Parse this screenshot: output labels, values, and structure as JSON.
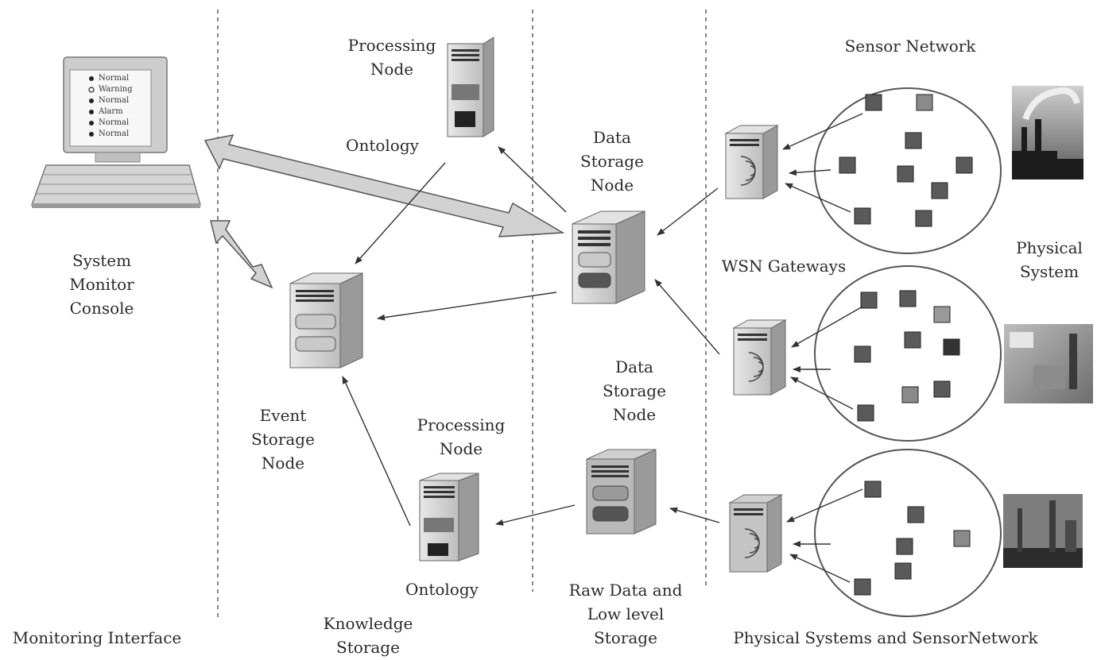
{
  "console_screen": {
    "items": [
      "Normal",
      "Warning",
      "Normal",
      "Alarm",
      "Normal",
      "Normal"
    ]
  },
  "labels": {
    "system_monitor_console": [
      "System",
      "Monitor",
      "Console"
    ],
    "processing_node_top": [
      "Processing",
      "Node"
    ],
    "ontology_top": "Ontology",
    "data_storage_node_top": [
      "Data",
      "Storage",
      "Node"
    ],
    "sensor_network": "Sensor Network",
    "wsn_gateways": "WSN Gateways",
    "physical_system": [
      "Physical",
      "System"
    ],
    "event_storage_node": [
      "Event",
      "Storage",
      "Node"
    ],
    "processing_node_bottom": [
      "Processing",
      "Node"
    ],
    "ontology_bottom": "Ontology",
    "data_storage_node_bottom": [
      "Data",
      "Storage",
      "Node"
    ],
    "raw_data_storage": [
      "Raw Data and",
      "Low level",
      "Storage"
    ],
    "monitoring_interface": "Monitoring Interface",
    "knowledge_storage": [
      "Knowledge",
      "Storage"
    ],
    "physical_systems_sensor_network": "Physical Systems and SensorNetwork"
  },
  "colors": {
    "server_body": "#d4d4d4",
    "server_side": "#9c9c9c",
    "arrow": "#333333",
    "double_arrow_fill": "#d0d0d0",
    "sensor_node": "#555555",
    "divider": "#333333"
  }
}
